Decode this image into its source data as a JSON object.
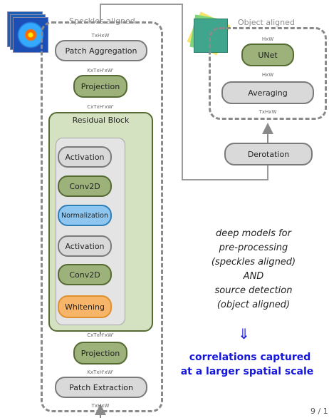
{
  "left_panel": {
    "title": "Speckles aligned",
    "labels": {
      "top": "TxHxW",
      "after_proj_top": "KxTxH'xW'",
      "before_res": "CxTxH'xW'",
      "after_res": "CxTxH'xW'",
      "after_proj_bottom": "KxTxH'xW'",
      "bottom": "TxHxW"
    },
    "nodes": {
      "patch_aggregation": "Patch Aggregation",
      "projection_top": "Projection",
      "residual_block": "Residual Block",
      "activation_1": "Activation",
      "conv2d_1": "Conv2D",
      "normalization": "Normalization",
      "activation_2": "Activation",
      "conv2d_2": "Conv2D",
      "whitening": "Whitening",
      "projection_bottom": "Projection",
      "patch_extraction": "Patch Extraction"
    }
  },
  "right_panel": {
    "title": "Object aligned",
    "labels": {
      "top": "HxW",
      "middle": "HxW",
      "bottom": "TxHxW"
    },
    "nodes": {
      "unet": "UNet",
      "averaging": "Averaging",
      "derotation": "Derotation"
    }
  },
  "annotation": {
    "lines": [
      "deep models for",
      "pre-processing",
      "(speckles aligned)",
      "AND",
      "source detection",
      "(object aligned)"
    ],
    "arrow": "⇓",
    "conclusion_line1": "correlations captured",
    "conclusion_line2": "at a larger spatial scale"
  },
  "page_number": "9 / 1",
  "colors": {
    "green_fill": "#9cb27a",
    "gray_fill": "#d9d9d9",
    "blue_fill": "#8fc6ef",
    "orange_fill": "#f7b56a",
    "accent_text": "#1515e0"
  }
}
